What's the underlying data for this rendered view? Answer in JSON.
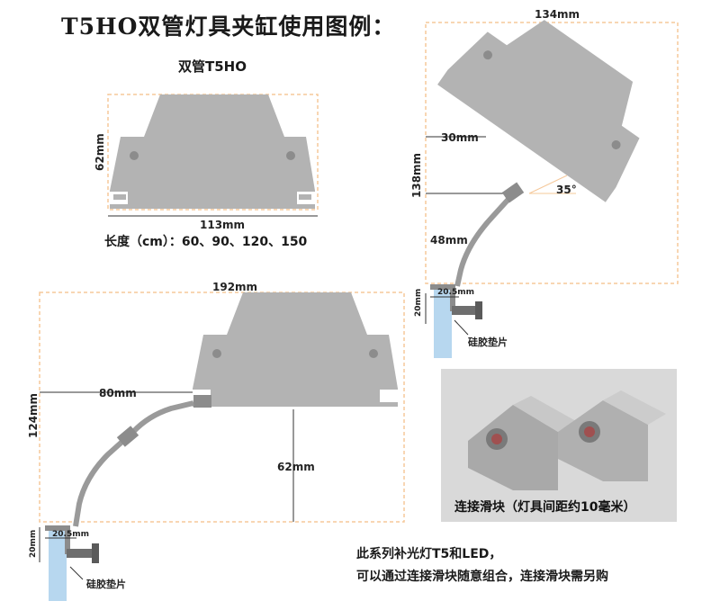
{
  "title": "T5HO双管灯具夹缸使用图例：",
  "fixture_name": "双管T5HO",
  "lengths": "长度（cm）：60、90、120、150",
  "dimensions": {
    "top_width": "113mm",
    "top_height": "62mm",
    "right_width": "134mm",
    "right_height": "138mm",
    "right_offset": "30mm",
    "right_angle": "35°",
    "right_arm": "48mm",
    "right_clamp_width": "20.5mm",
    "right_clamp_height": "20mm",
    "bottom_width": "192mm",
    "bottom_height": "124mm",
    "bottom_offset": "80mm",
    "bottom_drop": "62mm",
    "bottom_clamp_width": "20.5mm",
    "bottom_clamp_height": "20mm"
  },
  "pads": {
    "right": "硅胶垫片",
    "bottom": "硅胶垫片"
  },
  "photo_caption": "连接滑块（灯具间距约10毫米）",
  "notes": {
    "line1": "此系列补光灯T5和LED，",
    "line2": "可以通过连接滑块随意组合，连接滑块需另购"
  },
  "colors": {
    "fixture": "#b3b3b3",
    "fixture_dark": "#8c8c8c",
    "dashed_frame": "#f5c89a",
    "glass": "#b7d7ef"
  }
}
